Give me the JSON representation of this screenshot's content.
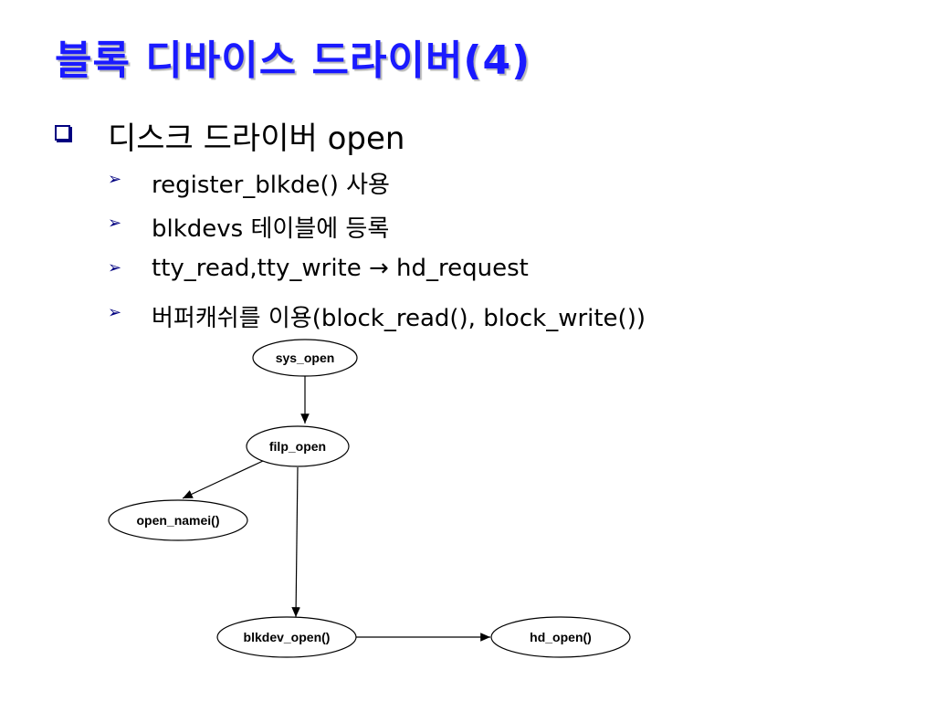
{
  "title": "블록 디바이스 드라이버(4)",
  "main_bullet": "디스크 드라이버 open",
  "sub_bullets": [
    "register_blkde() 사용",
    "blkdevs 테이블에 등록",
    "tty_read,tty_write  → hd_request",
    "버퍼캐쉬를 이용(block_read(), block_write())"
  ],
  "diagram": {
    "nodes": {
      "sys_open": "sys_open",
      "filp_open": "filp_open",
      "open_namei": "open_namei()",
      "blkdev_open": "blkdev_open()",
      "hd_open": "hd_open()"
    }
  },
  "colors": {
    "title": "#1a1aff",
    "bullet_icon": "#000080"
  }
}
